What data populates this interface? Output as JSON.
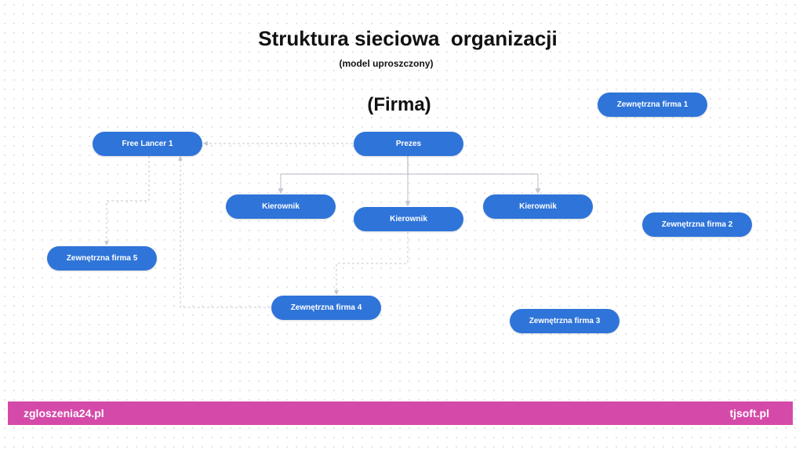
{
  "header": {
    "title": "Struktura sieciowa  organizacji",
    "subtitle": "(model uproszczony)",
    "section_label": "(Firma)"
  },
  "nodes": {
    "zewn1": "Zewnętrzna firma 1",
    "freelancer1": "Free Lancer 1",
    "prezes": "Prezes",
    "kier_left": "Kierownik",
    "kier_mid": "Kierownik",
    "kier_right": "Kierownik",
    "zewn2": "Zewnętrzna firma 2",
    "zewn5": "Zewnętrzna firma 5",
    "zewn4": "Zewnętrzna firma 4",
    "zewn3": "Zewnętrzna firma 3"
  },
  "footer": {
    "left_link": "zgloszenia24.pl",
    "right_link": "tjsoft.pl"
  },
  "colors": {
    "node": "#2f74d9",
    "footer": "#d54aa9",
    "connector": "#c3c8d0"
  }
}
